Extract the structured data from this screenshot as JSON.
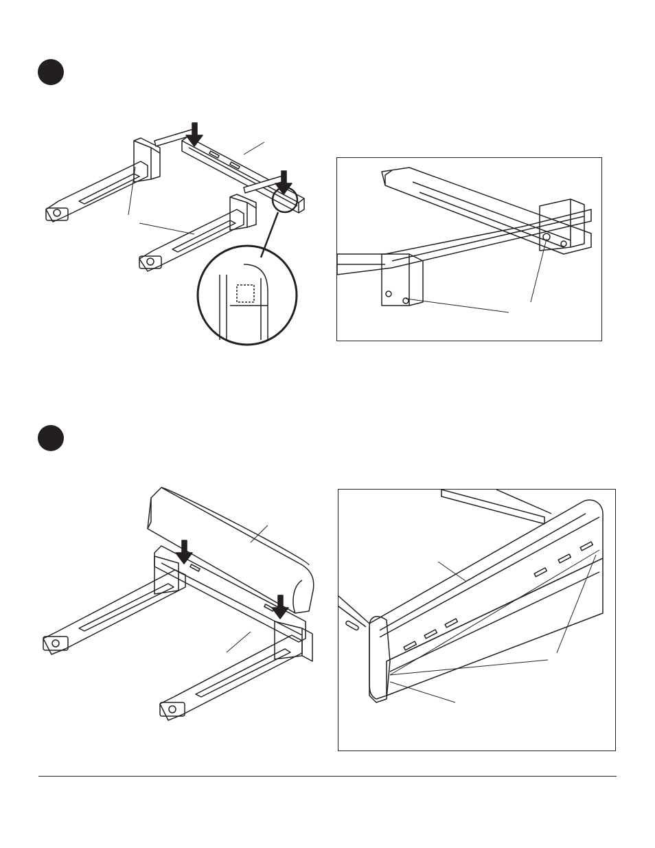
{
  "page": {
    "background": "#ffffff",
    "ink": "#231f20"
  },
  "steps": [
    {
      "marker": "step-marker-1"
    },
    {
      "marker": "step-marker-2"
    }
  ],
  "figures": [
    {
      "id": "fig-1a",
      "subject": "brackets-onto-rail"
    },
    {
      "id": "fig-1b",
      "subject": "rail-closeup"
    },
    {
      "id": "fig-2a",
      "subject": "cover-onto-rail"
    },
    {
      "id": "fig-2b",
      "subject": "cover-closeup"
    }
  ]
}
